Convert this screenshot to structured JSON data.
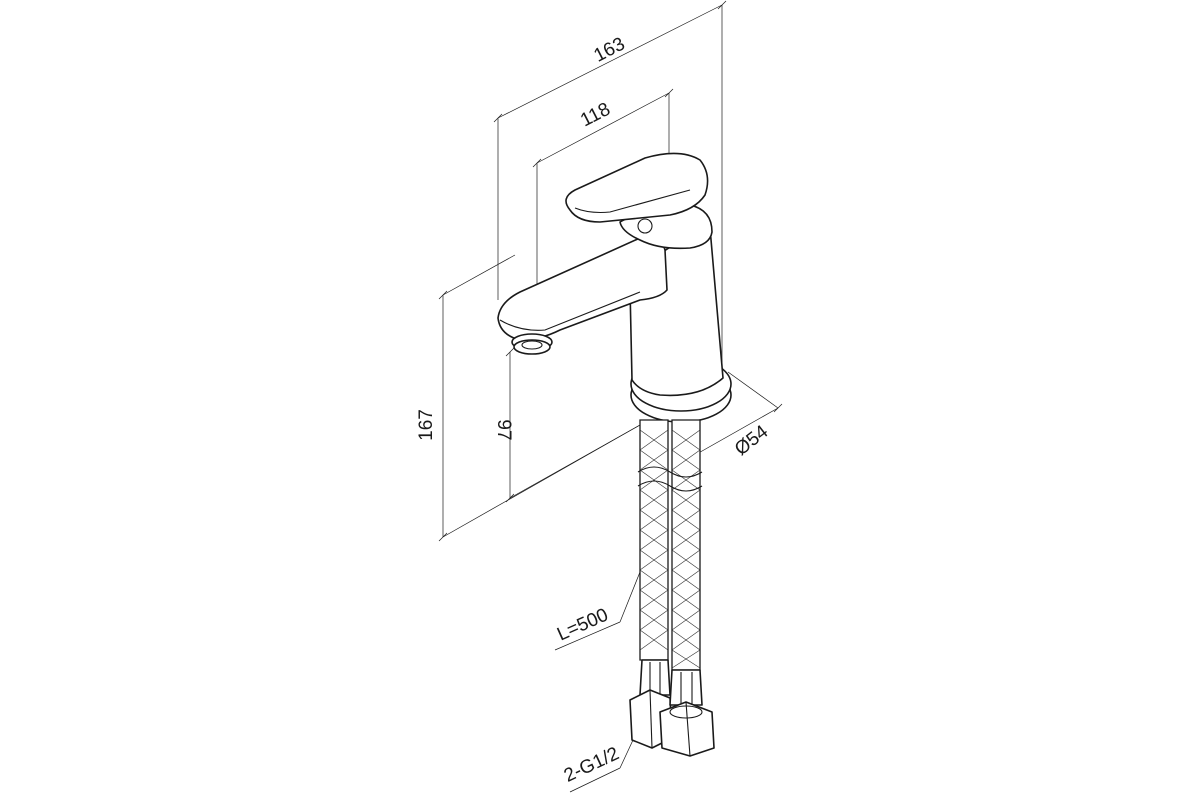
{
  "dimensions": {
    "overall_depth": "163",
    "spout_reach": "118",
    "total_height": "167",
    "spout_height": "97",
    "base_diameter": "Ø54",
    "hose_length": "L=500",
    "connection": "2-G1/2"
  }
}
